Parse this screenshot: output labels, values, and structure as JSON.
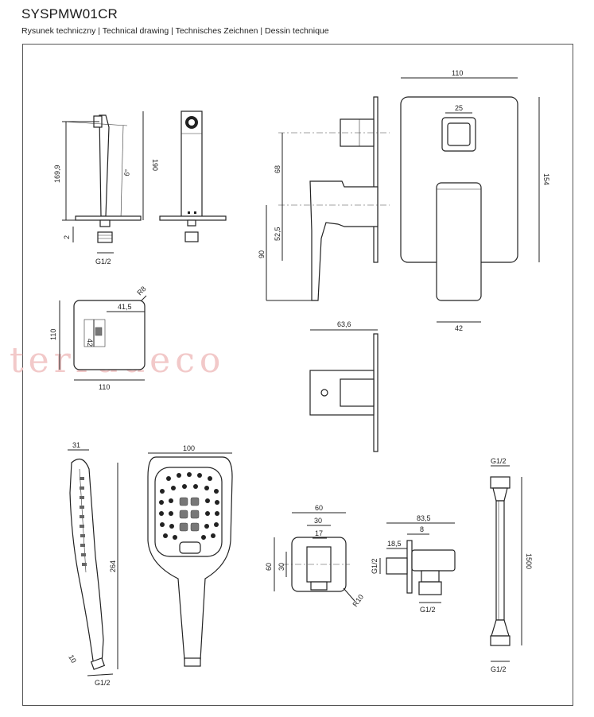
{
  "header": {
    "title": "SYSPMW01CR",
    "subtitle": "Rysunek techniczny | Technical drawing | Technisches Zeichnen | Dessin technique"
  },
  "watermark": "terradeco",
  "dimensions": {
    "overhead_side": {
      "d1": "169,9",
      "d2": "190",
      "d3": "2",
      "angle": "6°",
      "thread": "G1/2"
    },
    "overhead_plate": {
      "w": "110",
      "h": "110",
      "radius": "R8",
      "off1": "41,5",
      "off2": "42"
    },
    "valve_front": {
      "w": "110",
      "h": "154",
      "knob": "25",
      "handle_w": "42"
    },
    "valve_side": {
      "d68": "68",
      "d525": "52,5",
      "d90": "90",
      "depth": "63,6"
    },
    "hand_shower": {
      "thickness": "31",
      "width": "100",
      "length": "264",
      "tip": "10",
      "thread": "G1/2"
    },
    "wall_outlet": {
      "w60": "60",
      "w30": "30",
      "w17": "17",
      "h60": "60",
      "h30": "30",
      "radius": "R10",
      "d835": "83,5",
      "d8": "8",
      "d185": "18,5",
      "thread_left": "G1/2",
      "thread_bottom": "G1/2"
    },
    "hose": {
      "length": "1500",
      "thread_top": "G1/2",
      "thread_bottom": "G1/2"
    }
  }
}
